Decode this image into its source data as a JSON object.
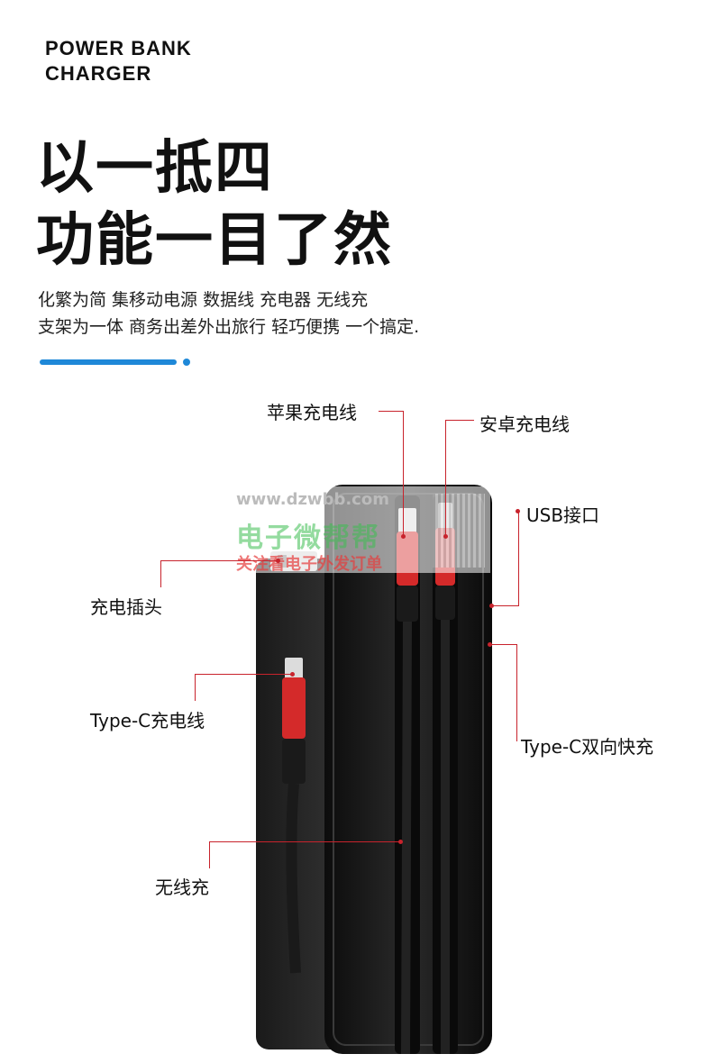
{
  "brand": {
    "line1": "POWER BANK",
    "line2": "CHARGER"
  },
  "headline": {
    "line1": "以一抵四",
    "line2": "功能一目了然"
  },
  "description": {
    "line1": "化繁为简 集移动电源 数据线  充电器 无线充",
    "line2": "支架为一体 商务出差外出旅行  轻巧便携 一个搞定."
  },
  "colors": {
    "accent_blue": "#1e88d8",
    "callout_red": "#c8232c",
    "device_black": "#141414",
    "cable_red": "#d42a2a"
  },
  "callouts": {
    "apple_cable": "苹果充电线",
    "android_cable": "安卓充电线",
    "usb_port": "USB接口",
    "charging_plug": "充电插头",
    "typec_cable": "Type-C充电线",
    "typec_bidirectional": "Type-C双向快充",
    "wireless_charging": "无线充"
  },
  "watermark": {
    "url": "www.dzwbb.com",
    "title": "电子微帮帮",
    "subtitle": "关注看电子外发订单"
  }
}
